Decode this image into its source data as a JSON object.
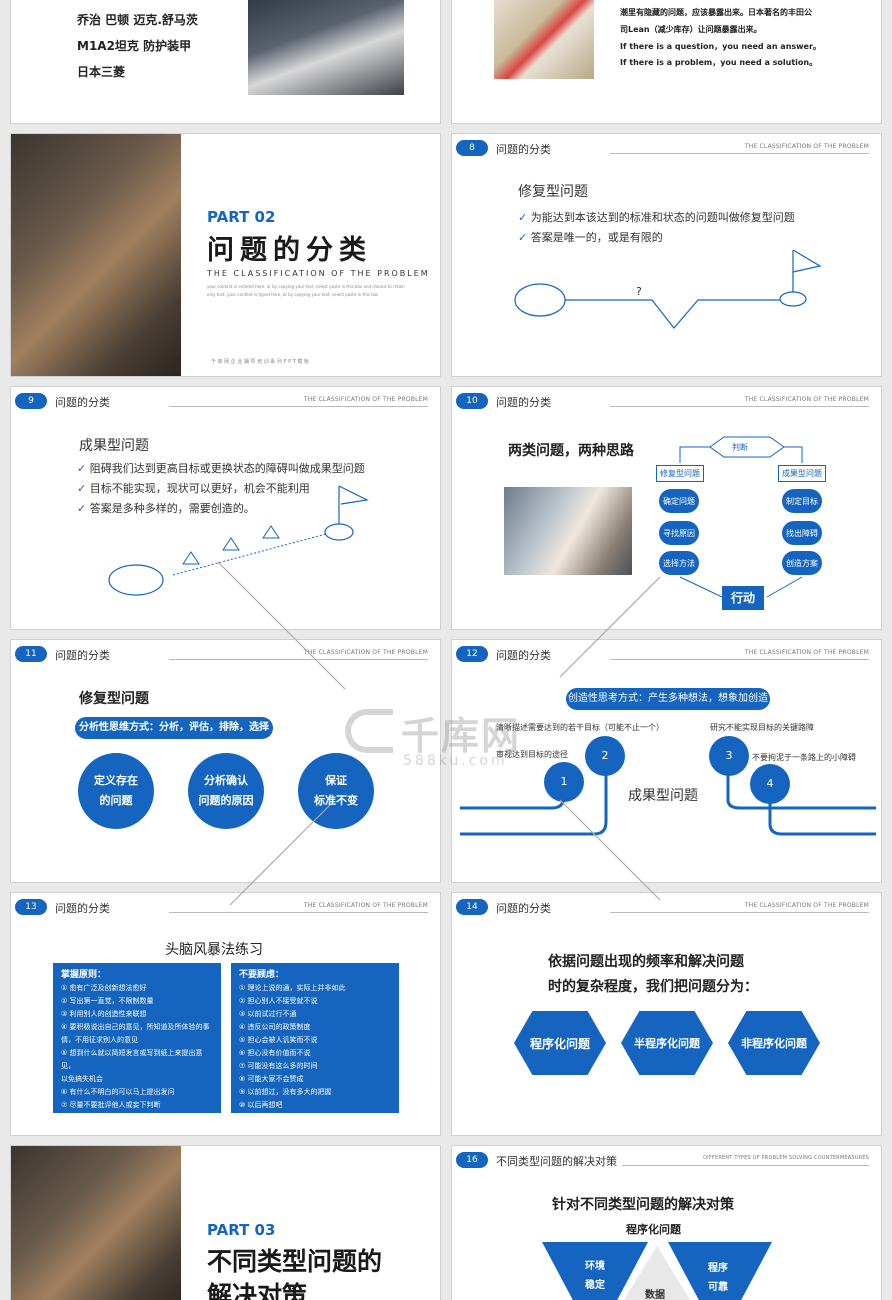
{
  "s_top_left": {
    "lines": [
      "乔治 巴顿  迈克.舒马茨",
      "M1A2坦克 防护装甲",
      "日本三菱"
    ]
  },
  "s_top_right": {
    "lines": [
      "潮里有隐藏的问题，应该暴露出来。日本著名的丰田公",
      "司Lean（减少库存）让问题暴露出来。",
      "If there is a question，you need an answer。",
      "If there is a problem，you need a solution。"
    ]
  },
  "header": {
    "title": "问题的分类",
    "en": "THE CLASSIFICATION OF THE PROBLEM"
  },
  "part02": {
    "label": "PART 02",
    "title": "问题的分类",
    "en": "THE CLASSIFICATION OF THE PROBLEM",
    "desc1": "your content is entered here, or by copying your text, select paste in this box and choose to retain",
    "desc2": "only text. your content is typed here, or by copying your text, select paste in this box",
    "footer": "千 库 网 企 业 辅 导 培 训 系 列 P P T 模 板"
  },
  "s8": {
    "num": "8",
    "heading": "修复型问题",
    "b1": "为能达到本该达到的标准和状态的问题叫做修复型问题",
    "b2": "答案是唯一的，或是有限的",
    "q": "?"
  },
  "s9": {
    "num": "9",
    "heading": "成果型问题",
    "b1": "阻碍我们达到更高目标或更换状态的障碍叫做成果型问题",
    "b2": "目标不能实现，现状可以更好，机会不能利用",
    "b3": "答案是多种多样的，需要创造的。"
  },
  "s10": {
    "num": "10",
    "heading": "两类问题，两种思路",
    "judge": "判断",
    "left_top": "修复型问题",
    "right_top": "成果型问题",
    "left": [
      "确定问题",
      "寻找原因",
      "选择方法"
    ],
    "right": [
      "制定目标",
      "找出障碍",
      "创造方案"
    ],
    "action": "行动"
  },
  "s11": {
    "num": "11",
    "heading": "修复型问题",
    "pill": "分析性思维方式：分析，评估，排除，选择",
    "c1": [
      "定义存在",
      "的问题"
    ],
    "c2": [
      "分析确认",
      "问题的原因"
    ],
    "c3": [
      "保证",
      "标准不变"
    ]
  },
  "s12": {
    "num": "12",
    "pill": "创造性思考方式：产生多种想法，想象加创造",
    "t1": "清晰描述需要达到的若干目标（可能不止一个）",
    "t2": "审视达到目标的途径",
    "t3": "研究不能实现目标的关键路障",
    "t4": "不要拘泥于一条路上的小障碍",
    "center": "成果型问题",
    "n1": "1",
    "n2": "2",
    "n3": "3",
    "n4": "4"
  },
  "s13": {
    "num": "13",
    "heading": "头脑风暴法练习",
    "left_title": "掌握原则：",
    "left_items": [
      "① 愈有广泛及创新想法愈好",
      "② 写出第一直觉，不限制数量",
      "③ 利用别人的创造性来联想",
      "④ 要积极说出自己的意见，所知道及所体验的事",
      "   情，不用征求别人的意见",
      "⑤ 想到什么就以简短发言或写到纸上来提出意见，",
      "   以免搞失机会",
      "⑥ 有什么不明白的可以马上提出发问",
      "⑦ 尽量不要批评他人或妄下判断"
    ],
    "right_title": "不要顾虑：",
    "right_items": [
      "① 理论上说的通，实际上并非如此",
      "② 担心别人不接受就不说",
      "③ 以前试过行不通",
      "④ 违反公司的政策制度",
      "⑤ 担心会被人讥笑而不说",
      "⑥ 担心没有价值而不说",
      "⑦ 可能没有这么多的时间",
      "⑧ 可能大家不会赞成",
      "⑨ 以前想过，没有多大的把握",
      "⑩ 以后再想吧"
    ]
  },
  "s14": {
    "num": "14",
    "line1": "依据问题出现的频率和解决问题",
    "line2": "时的复杂程度，我们把问题分为：",
    "h1": "程序化问题",
    "h2": "半程序化问题",
    "h3": "非程序化问题"
  },
  "part03": {
    "label": "PART 03",
    "title1": "不同类型问题的",
    "title2": "解决对策"
  },
  "s16": {
    "num": "16",
    "title": "不同类型问题的解决对策",
    "en": "DIFFERENT TYPES OF PROBLEM SOLVING COUNTERMEASURES",
    "heading": "针对不同类型问题的解决对策",
    "sub": "程序化问题",
    "t1": [
      "环境",
      "稳定"
    ],
    "t2": [
      "程序",
      "可靠"
    ],
    "t3": "数据"
  },
  "watermark": {
    "brand": "千库网",
    "url": "588ku.com"
  },
  "colors": {
    "accent": "#1565c0"
  }
}
